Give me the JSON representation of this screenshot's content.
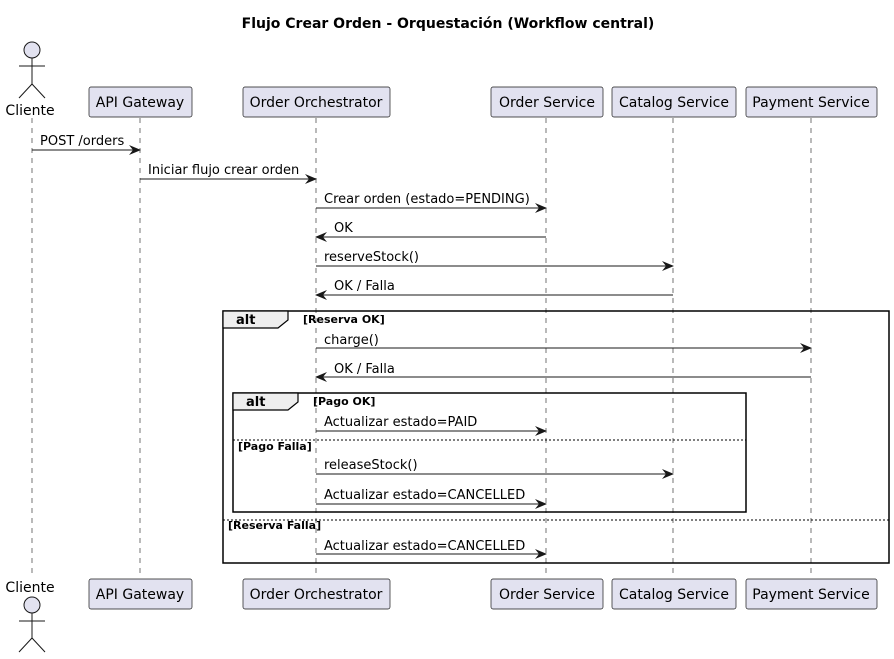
{
  "title": "Flujo Crear Orden - Orquestación (Workflow central)",
  "participants": [
    {
      "id": "cliente",
      "label": "Cliente",
      "kind": "actor"
    },
    {
      "id": "gateway",
      "label": "API Gateway",
      "kind": "box"
    },
    {
      "id": "orchestrator",
      "label": "Order Orchestrator",
      "kind": "box"
    },
    {
      "id": "order",
      "label": "Order Service",
      "kind": "box"
    },
    {
      "id": "catalog",
      "label": "Catalog Service",
      "kind": "box"
    },
    {
      "id": "payment",
      "label": "Payment Service",
      "kind": "box"
    }
  ],
  "messages": [
    {
      "from": "cliente",
      "to": "gateway",
      "label": "POST /orders"
    },
    {
      "from": "gateway",
      "to": "orchestrator",
      "label": "Iniciar flujo crear orden"
    },
    {
      "from": "orchestrator",
      "to": "order",
      "label": "Crear orden (estado=PENDING)"
    },
    {
      "from": "order",
      "to": "orchestrator",
      "label": "OK"
    },
    {
      "from": "orchestrator",
      "to": "catalog",
      "label": "reserveStock()"
    },
    {
      "from": "catalog",
      "to": "orchestrator",
      "label": "OK / Falla"
    },
    {
      "from": "orchestrator",
      "to": "payment",
      "label": "charge()"
    },
    {
      "from": "payment",
      "to": "orchestrator",
      "label": "OK / Falla"
    },
    {
      "from": "orchestrator",
      "to": "order",
      "label": "Actualizar estado=PAID"
    },
    {
      "from": "orchestrator",
      "to": "catalog",
      "label": "releaseStock()"
    },
    {
      "from": "orchestrator",
      "to": "order",
      "label": "Actualizar estado=CANCELLED"
    },
    {
      "from": "orchestrator",
      "to": "order",
      "label": "Actualizar estado=CANCELLED"
    }
  ],
  "fragments": [
    {
      "keyword": "alt",
      "condition": "[Reserva OK]",
      "else_condition": "[Reserva Falla]"
    },
    {
      "keyword": "alt",
      "condition": "[Pago OK]",
      "else_condition": "[Pago Falla]"
    }
  ],
  "colors": {
    "participant_fill": "#E2E2F0",
    "participant_border": "#181818",
    "fragment_header_fill": "#EEEEEE",
    "line": "#181818"
  }
}
